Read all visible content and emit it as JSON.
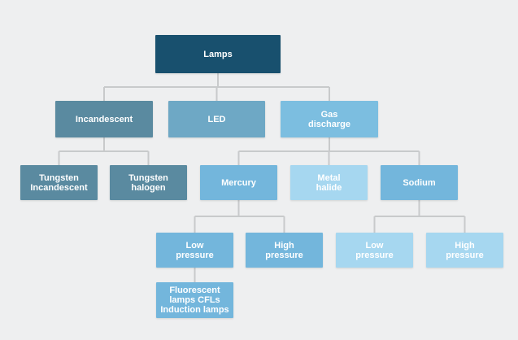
{
  "diagram": {
    "nodes": {
      "lamps": "Lamps",
      "incandescent": "Incandescent",
      "led": "LED",
      "gas_discharge": "Gas\ndischarge",
      "tungsten_incandescent": "Tungsten\nIncandescent",
      "tungsten_halogen": "Tungsten\nhalogen",
      "mercury": "Mercury",
      "metal_halide": "Metal\nhalide",
      "sodium": "Sodium",
      "mercury_low_pressure": "Low\npressure",
      "mercury_high_pressure": "High\npressure",
      "sodium_low_pressure": "Low\npressure",
      "sodium_high_pressure": "High\npressure",
      "fluorescent": "Fluorescent\nlamps CFLs\nInduction lamps"
    },
    "edges": [
      [
        "lamps",
        "incandescent"
      ],
      [
        "lamps",
        "led"
      ],
      [
        "lamps",
        "gas_discharge"
      ],
      [
        "incandescent",
        "tungsten_incandescent"
      ],
      [
        "incandescent",
        "tungsten_halogen"
      ],
      [
        "gas_discharge",
        "mercury"
      ],
      [
        "gas_discharge",
        "metal_halide"
      ],
      [
        "gas_discharge",
        "sodium"
      ],
      [
        "mercury",
        "mercury_low_pressure"
      ],
      [
        "mercury",
        "mercury_high_pressure"
      ],
      [
        "sodium",
        "sodium_low_pressure"
      ],
      [
        "sodium",
        "sodium_high_pressure"
      ],
      [
        "mercury_low_pressure",
        "fluorescent"
      ]
    ],
    "colors": {
      "root": "#18506e",
      "incandescent_branch": "#5a8aa0",
      "led": "#6ea8c5",
      "gas_discharge": "#7cbee0",
      "mid_nodes": "#73b6dc",
      "light_nodes": "#a6d7f0",
      "connector": "#c8cacb",
      "background": "#eeeff0"
    }
  }
}
